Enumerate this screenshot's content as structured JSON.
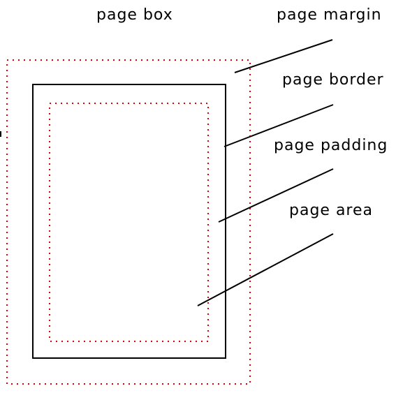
{
  "labels": {
    "page_box": "page box",
    "page_margin": "page margin",
    "page_border": "page border",
    "page_padding": "page padding",
    "page_area": "page area"
  },
  "colors": {
    "dotted_outline": "#dd0000",
    "solid_outline": "#000000",
    "leader_line": "#000000"
  }
}
